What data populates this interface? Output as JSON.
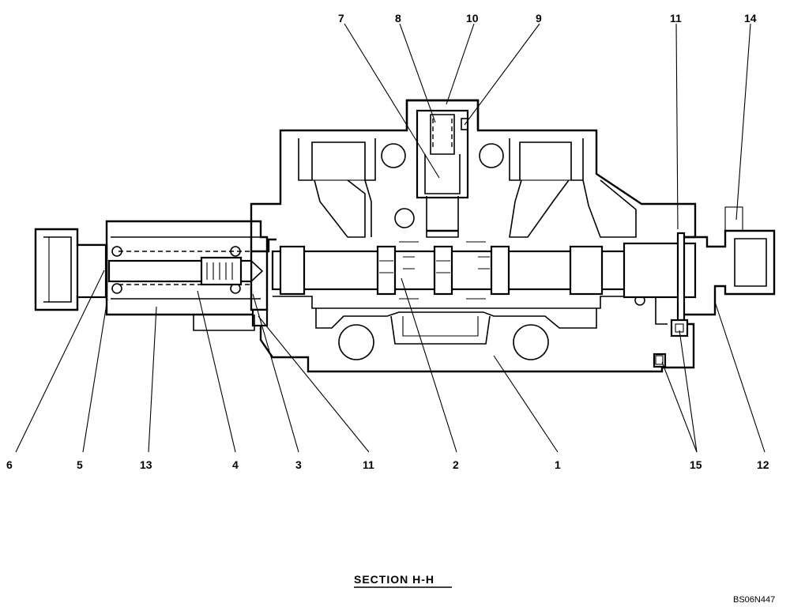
{
  "drawing": {
    "title": "SECTION  H-H",
    "code": "BS06N447"
  },
  "labels": [
    {
      "id": "l6",
      "text": "6"
    },
    {
      "id": "l5",
      "text": "5"
    },
    {
      "id": "l13",
      "text": "13"
    },
    {
      "id": "l4",
      "text": "4"
    },
    {
      "id": "l3",
      "text": "3"
    },
    {
      "id": "l11b",
      "text": "11"
    },
    {
      "id": "l2",
      "text": "2"
    },
    {
      "id": "l1",
      "text": "1"
    },
    {
      "id": "l15",
      "text": "15"
    },
    {
      "id": "l12",
      "text": "12"
    },
    {
      "id": "l7",
      "text": "7"
    },
    {
      "id": "l8",
      "text": "8"
    },
    {
      "id": "l10",
      "text": "10"
    },
    {
      "id": "l9",
      "text": "9"
    },
    {
      "id": "l11t",
      "text": "11"
    },
    {
      "id": "l14",
      "text": "14"
    }
  ]
}
